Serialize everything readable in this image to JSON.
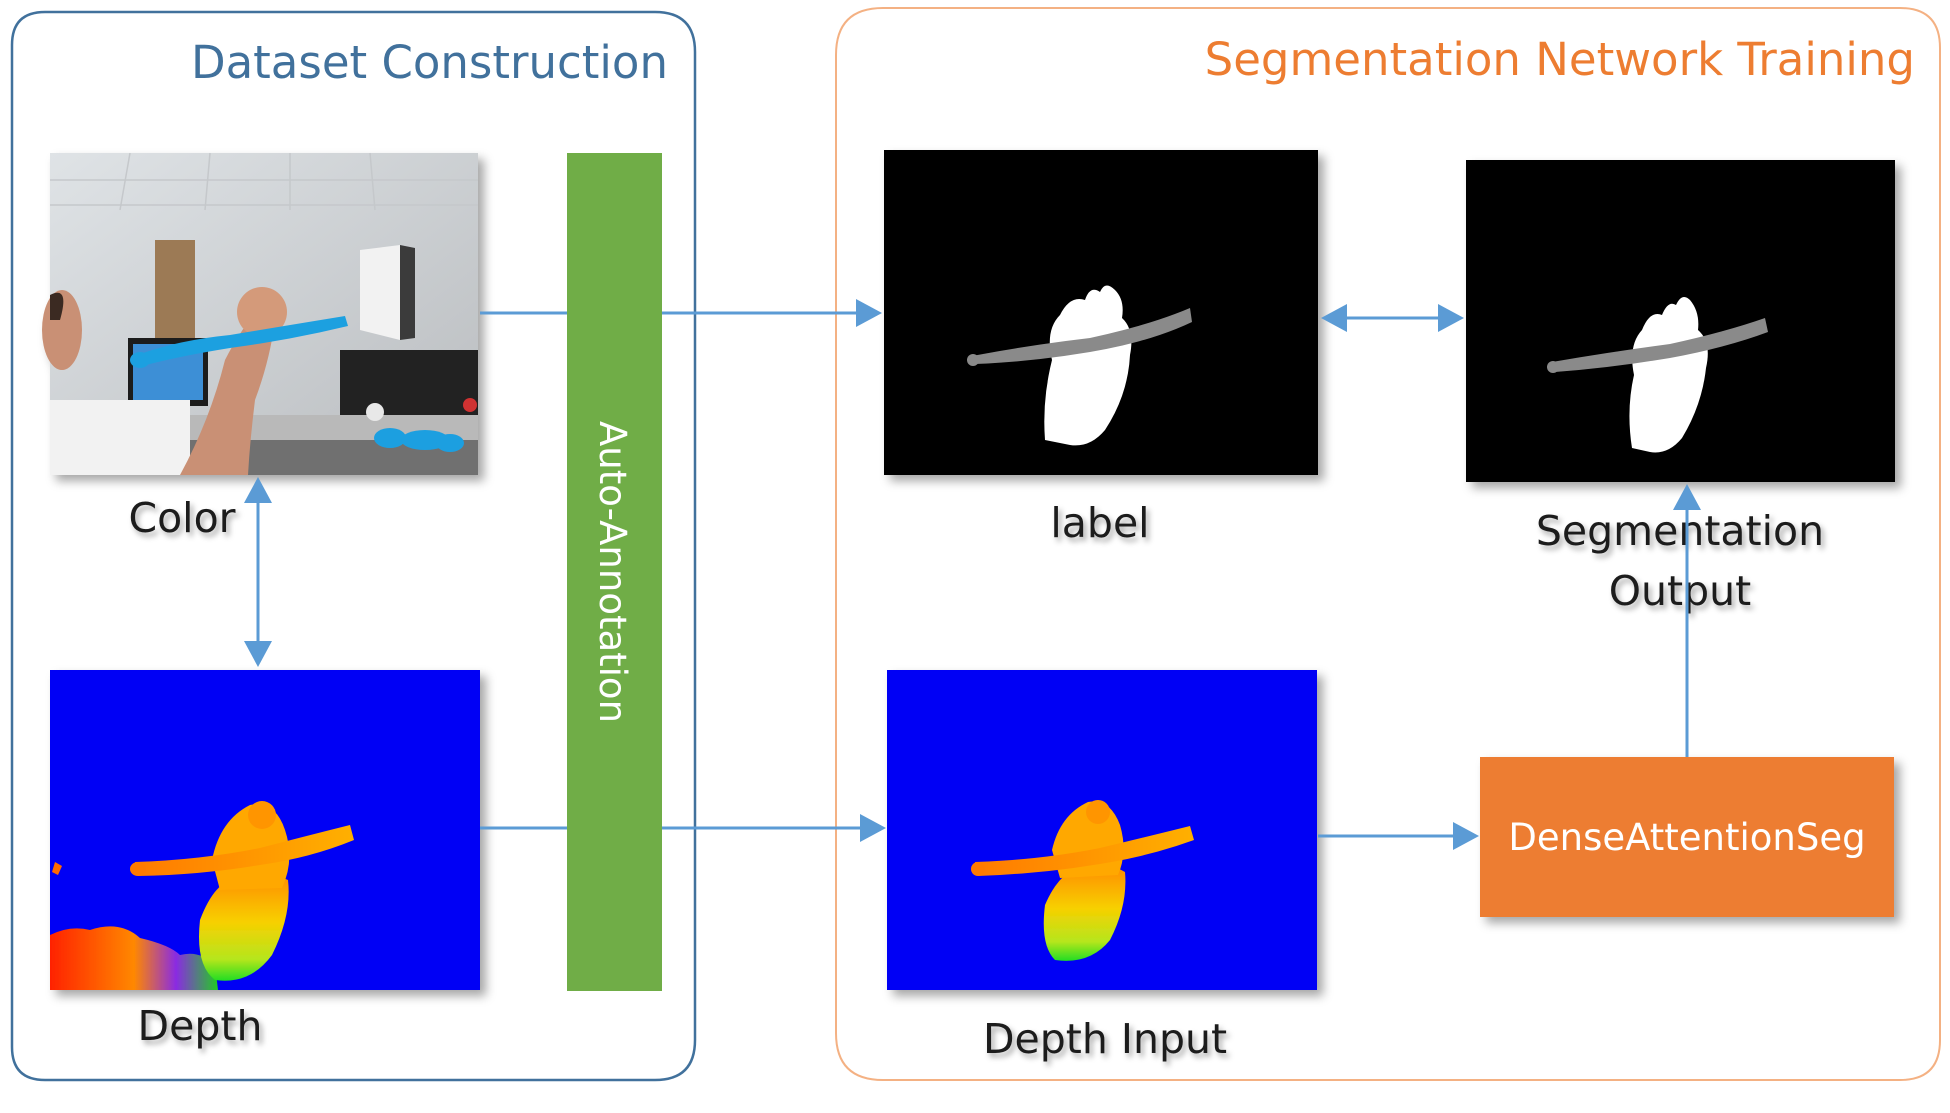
{
  "panels": {
    "dataset": {
      "title": "Dataset Construction",
      "color": "#41719c"
    },
    "training": {
      "title": "Segmentation Network Training",
      "color": "#ed7d31"
    }
  },
  "captions": {
    "color": "Color",
    "depth": "Depth",
    "label": "label",
    "segmentation_output_line1": "Segmentation",
    "segmentation_output_line2": "Output",
    "depth_input": "Depth Input"
  },
  "blocks": {
    "auto_annotation": {
      "label": "Auto-Annotation",
      "color": "#70ad47"
    },
    "network": {
      "label": "DenseAttentionSeg",
      "color": "#ed7d31"
    }
  },
  "colors": {
    "arrow": "#5b9bd5",
    "depth_background": "#0000f5",
    "mask_background": "#000000",
    "mask_hand": "#ffffff",
    "mask_pen": "#8a8a8a"
  }
}
